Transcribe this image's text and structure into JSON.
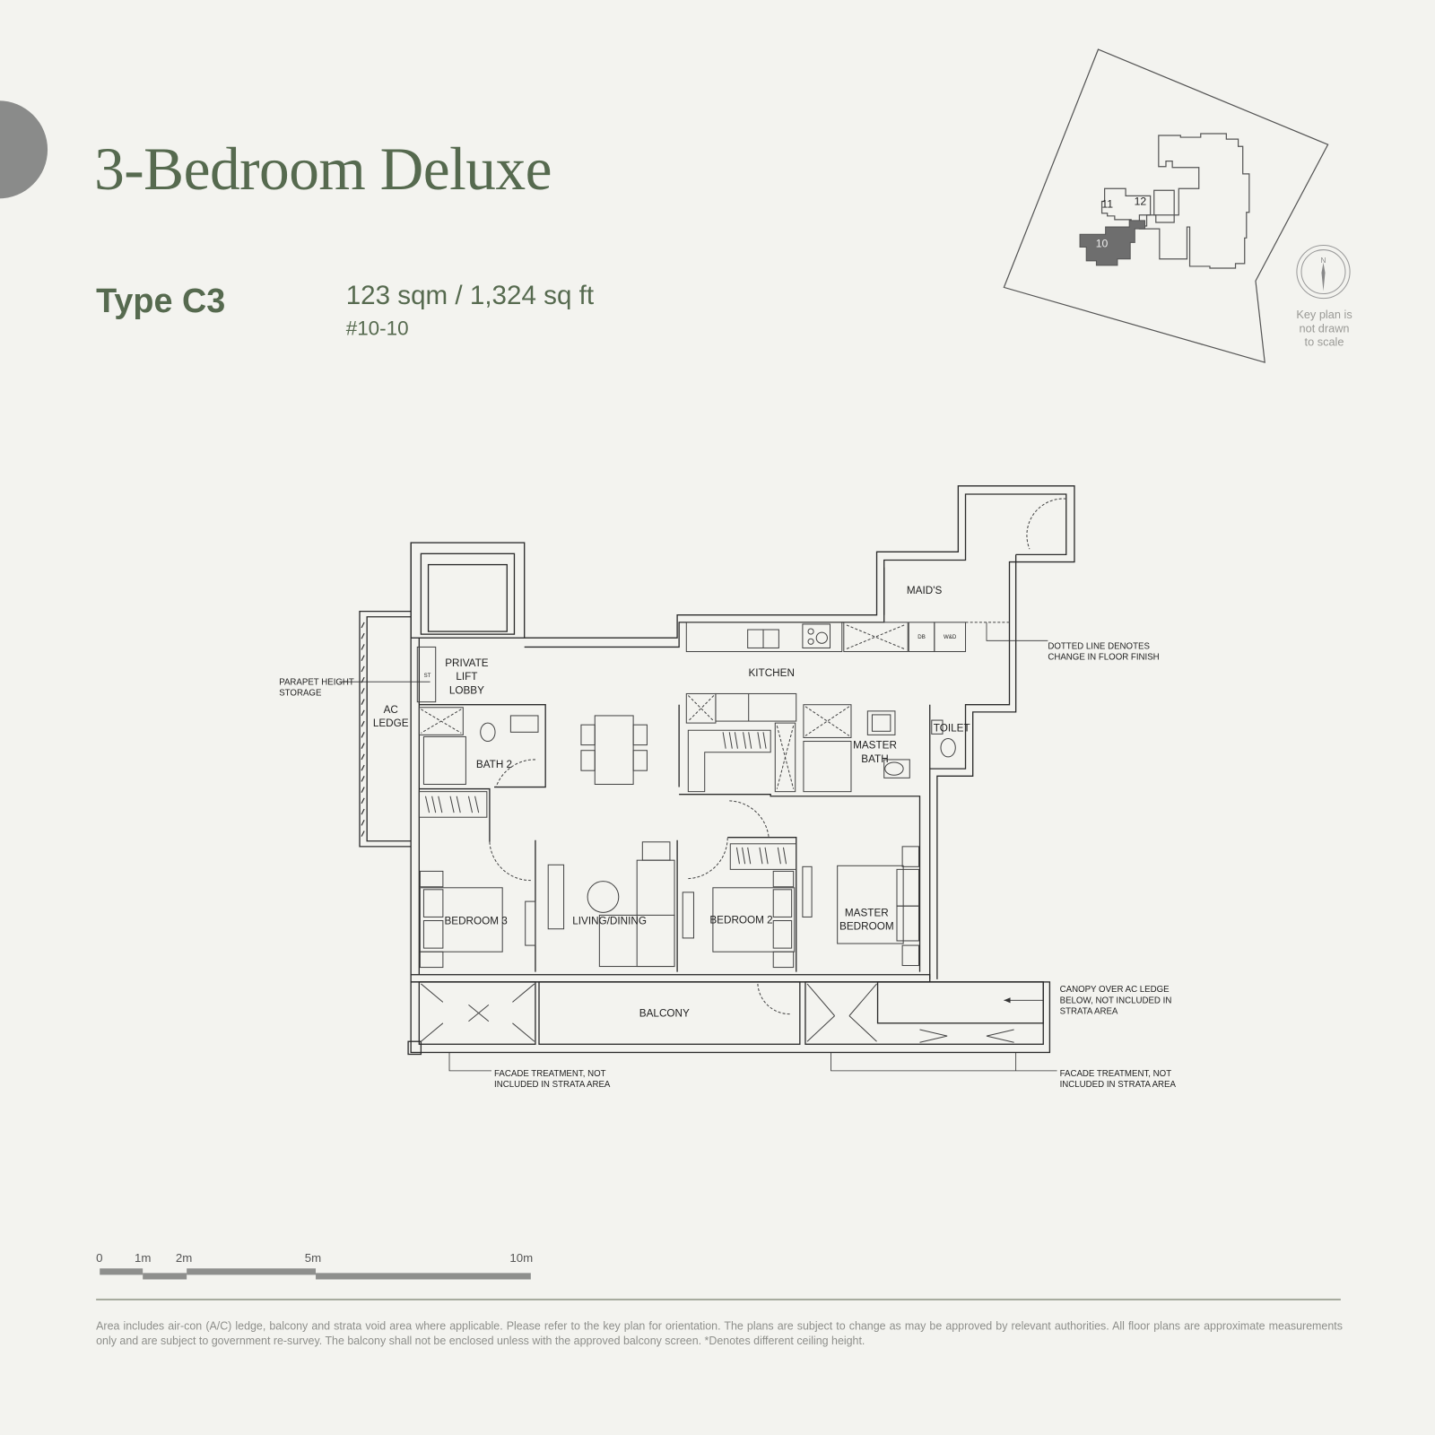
{
  "header": {
    "title": "3-Bedroom Deluxe",
    "type": "Type C3",
    "area": "123 sqm / 1,324 sq ft",
    "unit": "#10-10"
  },
  "key_plan": {
    "blocks": [
      "10",
      "11",
      "12"
    ],
    "highlighted_block": "10",
    "highlight_color": "#6e6e6e",
    "compass_label": "N",
    "note": [
      "Key plan is",
      "not drawn",
      "to scale"
    ]
  },
  "floor_plan": {
    "rooms": {
      "lift_lobby": [
        "PRIVATE",
        "LIFT",
        "LOBBY"
      ],
      "kitchen": "KITCHEN",
      "maids": "MAID'S",
      "ac_ledge": [
        "AC",
        "LEDGE"
      ],
      "bath2": "BATH 2",
      "toilet": "TOILET",
      "master_bath": [
        "MASTER",
        "BATH"
      ],
      "bedroom3": "BEDROOM 3",
      "living_dining": "LIVING/DINING",
      "bedroom2": "BEDROOM 2",
      "master_bedroom": [
        "MASTER",
        "BEDROOM"
      ],
      "balcony": "BALCONY",
      "storage_tag": "ST",
      "db_tag": "DB",
      "wd_tag": "W&D"
    },
    "annotations": {
      "parapet": [
        "PARAPET HEIGHT",
        "STORAGE"
      ],
      "dotted_line": [
        "DOTTED LINE DENOTES",
        "CHANGE IN FLOOR FINISH"
      ],
      "canopy": [
        "CANOPY OVER AC LEDGE",
        "BELOW, NOT INCLUDED IN",
        "STRATA AREA"
      ],
      "facade_left": [
        "FACADE TREATMENT, NOT",
        "INCLUDED IN STRATA AREA"
      ],
      "facade_right": [
        "FACADE TREATMENT, NOT",
        "INCLUDED IN STRATA AREA"
      ]
    }
  },
  "scale_bar": {
    "labels": [
      "0",
      "1m",
      "2m",
      "5m",
      "10m"
    ],
    "color": "#8e8f8d"
  },
  "footer": {
    "disclaimer": "Area includes air-con (A/C) ledge, balcony and strata void area where applicable. Please refer to the key plan for orientation. The plans are subject to change as may be approved by relevant authorities. All floor plans are approximate measurements only and are subject to government re-survey. The balcony shall not be enclosed unless with the approved balcony screen. *Denotes different ceiling height."
  },
  "colors": {
    "background": "#f3f3ef",
    "brand_green": "#566a4f",
    "tab_gray": "#8a8b8a"
  }
}
